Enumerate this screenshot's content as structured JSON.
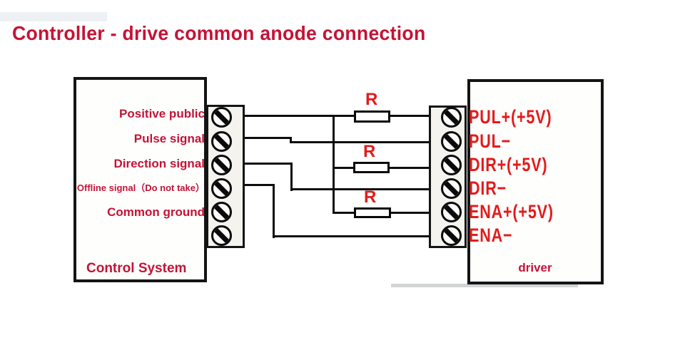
{
  "title": "Controller - drive common anode connection",
  "controller": {
    "name": "Control System",
    "pins": [
      {
        "label": "Positive public"
      },
      {
        "label": "Pulse signal"
      },
      {
        "label": "Direction signal"
      },
      {
        "label": "Offline signal（Do not take）"
      },
      {
        "label": "Common ground"
      }
    ]
  },
  "driver": {
    "name": "driver",
    "pins": [
      {
        "label": "PUL+(+5V)"
      },
      {
        "label": "PUL−"
      },
      {
        "label": "DIR+(+5V)"
      },
      {
        "label": "DIR−"
      },
      {
        "label": "ENA+(+5V)"
      },
      {
        "label": "ENA−"
      }
    ]
  },
  "resistors": [
    {
      "label": "R"
    },
    {
      "label": "R"
    },
    {
      "label": "R"
    }
  ],
  "connections": [
    {
      "from": "Positive public",
      "via": "R",
      "to": "PUL+(+5V)"
    },
    {
      "from": "Positive public",
      "via": "R",
      "to": "DIR+(+5V)"
    },
    {
      "from": "Positive public",
      "via": "R",
      "to": "ENA+(+5V)"
    },
    {
      "from": "Pulse signal",
      "to": "PUL−"
    },
    {
      "from": "Direction signal",
      "to": "DIR−"
    },
    {
      "from": "Offline signal（Do not take）",
      "to": "ENA−"
    }
  ],
  "colors": {
    "title_crimson": "#c41335",
    "label_red": "#e31b1b",
    "line_black": "#0d0d0d"
  }
}
